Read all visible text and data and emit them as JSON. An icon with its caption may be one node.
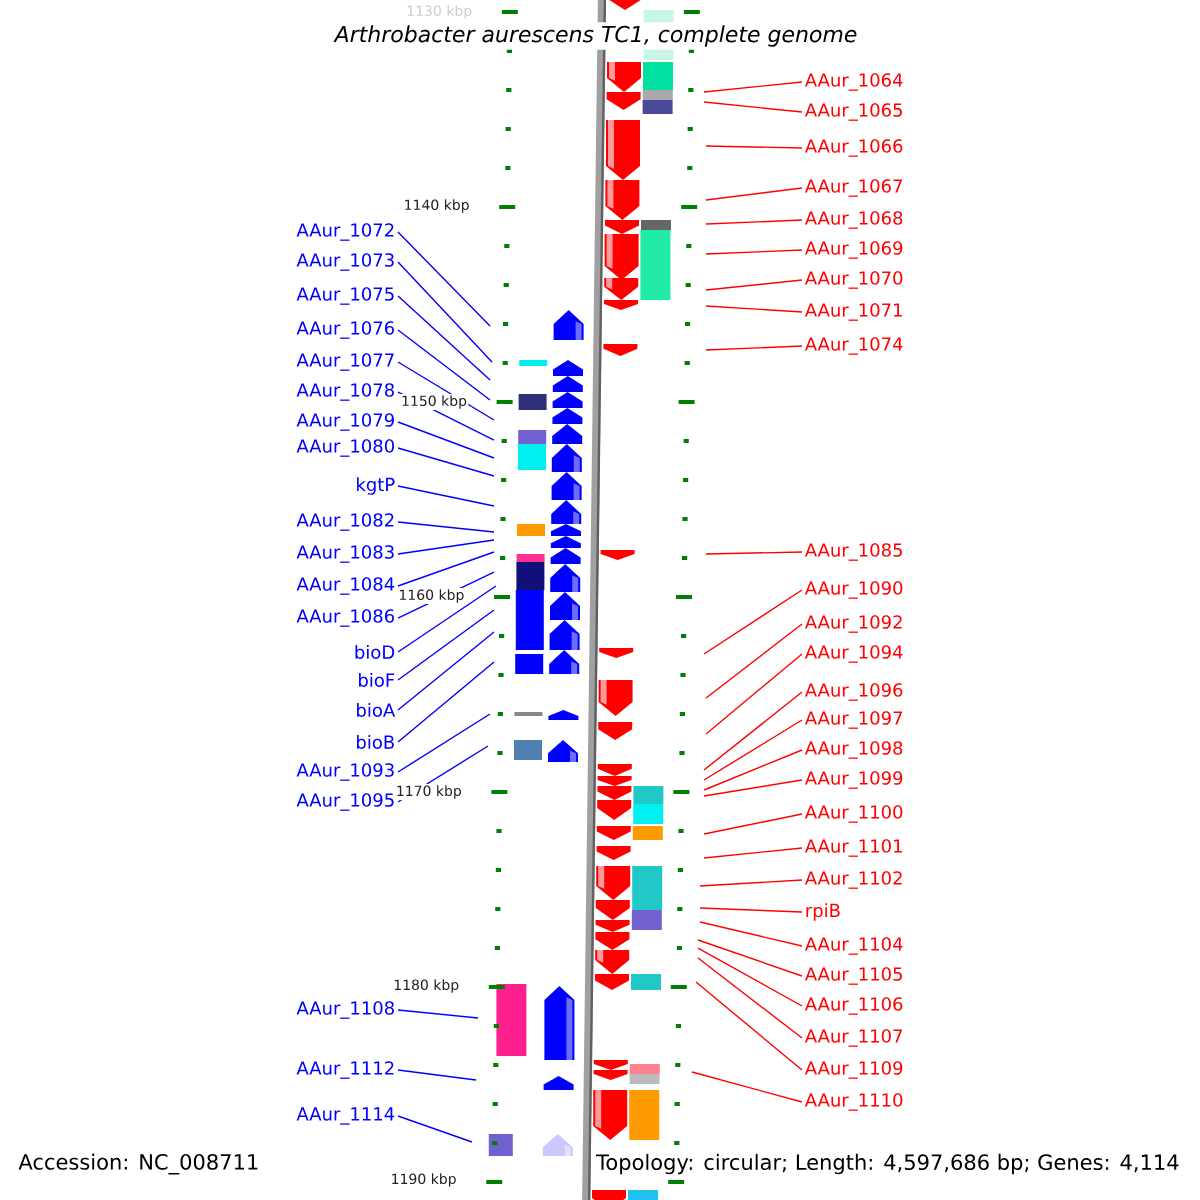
{
  "diagram": {
    "title": "Arthrobacter aurescens TC1, complete genome",
    "nodes": [
      {
        "text": [
          "AAur_1072"
        ]
      },
      {
        "text": [
          "AAur_1073"
        ]
      },
      {
        "text": [
          "AAur_1075"
        ]
      },
      {
        "text": [
          "AAur_1076"
        ]
      },
      {
        "text": [
          "AAur_1077"
        ]
      },
      {
        "text": [
          "AAur_1078"
        ]
      },
      {
        "text": [
          "AAur_1079"
        ]
      },
      {
        "text": [
          "AAur_1080"
        ]
      },
      {
        "text": [
          "kgtP"
        ]
      },
      {
        "text": [
          "AAur_1082"
        ]
      },
      {
        "text": [
          "AAur_1083"
        ]
      },
      {
        "text": [
          "AAur_1084"
        ]
      },
      {
        "text": [
          "AAur_1086"
        ]
      },
      {
        "text": [
          "bioD"
        ]
      },
      {
        "text": [
          "bioF"
        ]
      },
      {
        "text": [
          "bioA"
        ]
      },
      {
        "text": [
          "bioB"
        ]
      },
      {
        "text": [
          "AAur_1093"
        ]
      },
      {
        "text": [
          "AAur_1095"
        ]
      },
      {
        "text": [
          "AAur_1108"
        ]
      },
      {
        "text": [
          "AAur_1112"
        ]
      },
      {
        "text": [
          "AAur_1114"
        ]
      },
      {
        "text": [
          "AAur_1064"
        ]
      },
      {
        "text": [
          "AAur_1065"
        ]
      },
      {
        "text": [
          "AAur_1066"
        ]
      },
      {
        "text": [
          "AAur_1067"
        ]
      },
      {
        "text": [
          "AAur_1068"
        ]
      },
      {
        "text": [
          "AAur_1069"
        ]
      },
      {
        "text": [
          "AAur_1070"
        ]
      },
      {
        "text": [
          "AAur_1071"
        ]
      },
      {
        "text": [
          "AAur_1074"
        ]
      },
      {
        "text": [
          "AAur_1085"
        ]
      },
      {
        "text": [
          "AAur_1090"
        ]
      },
      {
        "text": [
          "AAur_1092"
        ]
      },
      {
        "text": [
          "AAur_1094"
        ]
      },
      {
        "text": [
          "AAur_1096"
        ]
      },
      {
        "text": [
          "AAur_1097"
        ]
      },
      {
        "text": [
          "AAur_1098"
        ]
      },
      {
        "text": [
          "AAur_1099"
        ]
      },
      {
        "text": [
          "AAur_1100"
        ]
      },
      {
        "text": [
          "AAur_1101"
        ]
      },
      {
        "text": [
          "AAur_1102"
        ]
      },
      {
        "text": [
          "rpiB"
        ]
      },
      {
        "text": [
          "AAur_1104"
        ]
      },
      {
        "text": [
          "AAur_1105"
        ]
      },
      {
        "text": [
          "AAur_1106"
        ]
      },
      {
        "text": [
          "AAur_1107"
        ]
      },
      {
        "text": [
          "AAur_1109"
        ]
      },
      {
        "text": [
          "AAur_1110"
        ]
      }
    ],
    "edges": [
      {
        "from": 0,
        "to": null,
        "arrow": "none",
        "color": "#0000ff"
      },
      {
        "from": 1,
        "to": null,
        "arrow": "none",
        "color": "#0000ff"
      },
      {
        "from": 2,
        "to": null,
        "arrow": "none",
        "color": "#0000ff"
      },
      {
        "from": 3,
        "to": null,
        "arrow": "none",
        "color": "#0000ff"
      },
      {
        "from": 4,
        "to": null,
        "arrow": "none",
        "color": "#0000ff"
      },
      {
        "from": 5,
        "to": null,
        "arrow": "none",
        "color": "#0000ff"
      },
      {
        "from": 6,
        "to": null,
        "arrow": "none",
        "color": "#0000ff"
      },
      {
        "from": 7,
        "to": null,
        "arrow": "none",
        "color": "#0000ff"
      },
      {
        "from": 8,
        "to": null,
        "arrow": "none",
        "color": "#0000ff"
      },
      {
        "from": 9,
        "to": null,
        "arrow": "none",
        "color": "#0000ff"
      },
      {
        "from": 10,
        "to": null,
        "arrow": "none",
        "color": "#0000ff"
      },
      {
        "from": 11,
        "to": null,
        "arrow": "none",
        "color": "#0000ff"
      },
      {
        "from": 12,
        "to": null,
        "arrow": "none",
        "color": "#0000ff"
      },
      {
        "from": 13,
        "to": null,
        "arrow": "none",
        "color": "#0000ff"
      },
      {
        "from": 14,
        "to": null,
        "arrow": "none",
        "color": "#0000ff"
      },
      {
        "from": 15,
        "to": null,
        "arrow": "none",
        "color": "#0000ff"
      },
      {
        "from": 16,
        "to": null,
        "arrow": "none",
        "color": "#0000ff"
      },
      {
        "from": 17,
        "to": null,
        "arrow": "none",
        "color": "#0000ff"
      },
      {
        "from": 18,
        "to": null,
        "arrow": "none",
        "color": "#0000ff"
      },
      {
        "from": 19,
        "to": null,
        "arrow": "none",
        "color": "#0000ff"
      },
      {
        "from": 20,
        "to": null,
        "arrow": "none",
        "color": "#0000ff"
      },
      {
        "from": 21,
        "to": null,
        "arrow": "none",
        "color": "#0000ff"
      },
      {
        "from": 22,
        "to": null,
        "arrow": "none"
      },
      {
        "from": 23,
        "to": null,
        "arrow": "none"
      },
      {
        "from": 24,
        "to": null,
        "arrow": "none"
      },
      {
        "from": 25,
        "to": null,
        "arrow": "none"
      },
      {
        "from": 26,
        "to": null,
        "arrow": "none"
      },
      {
        "from": 27,
        "to": null,
        "arrow": "none"
      },
      {
        "from": 28,
        "to": null,
        "arrow": "none"
      },
      {
        "from": 29,
        "to": null,
        "arrow": "none"
      },
      {
        "from": 30,
        "to": null,
        "arrow": "none"
      },
      {
        "from": 31,
        "to": null,
        "arrow": "none"
      },
      {
        "from": 32,
        "to": null,
        "arrow": "none"
      },
      {
        "from": 33,
        "to": null,
        "arrow": "none"
      },
      {
        "from": 34,
        "to": null,
        "arrow": "none"
      },
      {
        "from": 35,
        "to": null,
        "arrow": "none"
      },
      {
        "from": 36,
        "to": null,
        "arrow": "none"
      },
      {
        "from": 37,
        "to": null,
        "arrow": "none"
      },
      {
        "from": 38,
        "to": null,
        "arrow": "none"
      },
      {
        "from": 39,
        "to": null,
        "arrow": "none"
      },
      {
        "from": 40,
        "to": null,
        "arrow": "none"
      },
      {
        "from": 41,
        "to": null,
        "arrow": "none"
      },
      {
        "from": 42,
        "to": null,
        "arrow": "none"
      },
      {
        "from": 43,
        "to": null,
        "arrow": "none"
      },
      {
        "from": 44,
        "to": null,
        "arrow": "none"
      },
      {
        "from": 45,
        "to": null,
        "arrow": "none"
      },
      {
        "from": 46,
        "to": null,
        "arrow": "none"
      },
      {
        "from": 47,
        "to": null,
        "arrow": "none"
      },
      {
        "from": 48,
        "to": null,
        "arrow": "none"
      }
    ],
    "labels": [
      "1130 kbp",
      "1140 kbp",
      "1150 kbp",
      "1160 kbp",
      "1170 kbp",
      "1180 kbp",
      "1190 kbp",
      "Accession: NC_008711",
      "Topology: circular; Length: 4,597,686 bp; Genes: 4,114"
    ]
  }
}
